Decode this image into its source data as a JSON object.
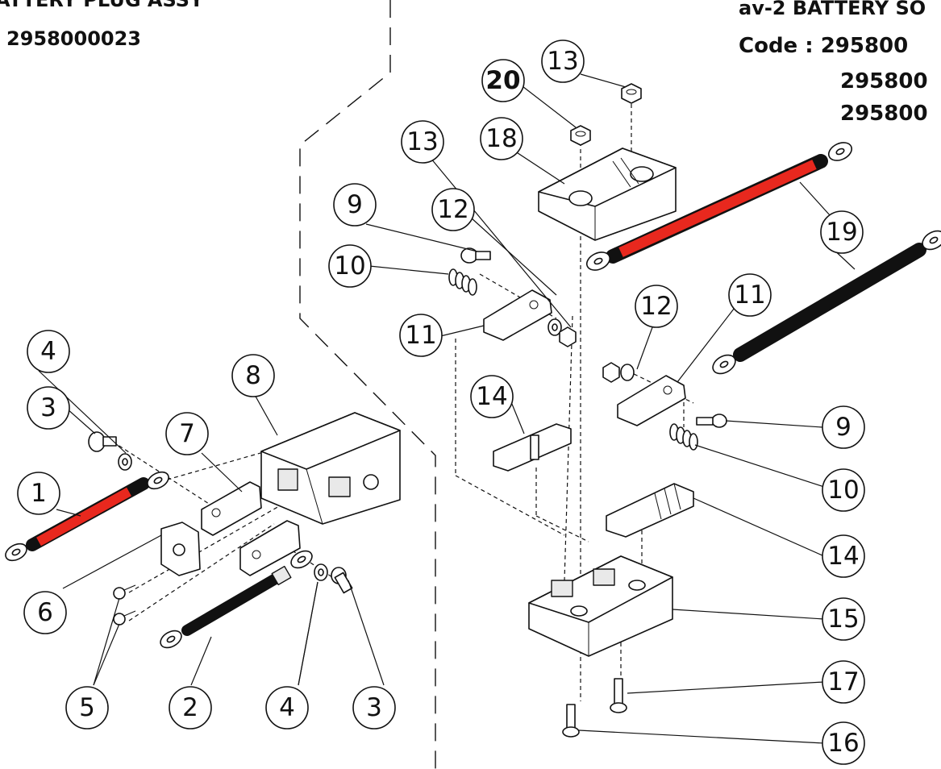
{
  "header_left": {
    "title": "ATTERY PLUG ASSY",
    "code": "2958000023"
  },
  "header_right": {
    "title": "av-2 BATTERY SO",
    "code_line1": "Code : 295800",
    "code_line2": "295800",
    "code_line3": "295800"
  },
  "colors": {
    "red_cable": "#e8281e",
    "black_cable": "#111111",
    "line": "#111111"
  },
  "callouts": {
    "c1": "1",
    "c2": "2",
    "c3a": "3",
    "c3b": "3",
    "c4a": "4",
    "c4b": "4",
    "c5": "5",
    "c6": "6",
    "c7": "7",
    "c8": "8",
    "c9a": "9",
    "c9b": "9",
    "c10a": "10",
    "c10b": "10",
    "c11a": "11",
    "c11b": "11",
    "c12a": "12",
    "c12b": "12",
    "c13a": "13",
    "c13b": "13",
    "c14a": "14",
    "c14b": "14",
    "c15": "15",
    "c16": "16",
    "c17": "17",
    "c18": "18",
    "c19": "19",
    "c20": "20"
  }
}
